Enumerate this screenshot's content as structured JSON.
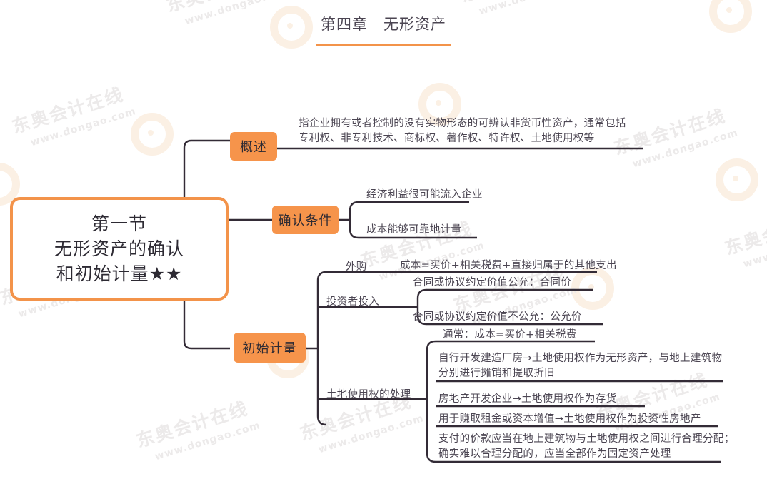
{
  "header": {
    "title": "第四章　无形资产"
  },
  "root": {
    "line1": "第一节",
    "line2": "无形资产的确认",
    "line3": "和初始计量★★"
  },
  "branches": {
    "overview": {
      "label": "概述",
      "text": "指企业拥有或者控制的没有实物形态的可辨认非货币性资产，通常包括\n专利权、非专利技术、商标权、著作权、特许权、土地使用权等"
    },
    "conditions": {
      "label": "确认条件",
      "items": [
        "经济利益很可能流入企业",
        "成本能够可靠地计量"
      ]
    },
    "initial": {
      "label": "初始计量",
      "purchase": {
        "label": "外购",
        "text": "成本=买价+相关税费+直接归属于的其他支出"
      },
      "investor": {
        "label": "投资者投入",
        "items": [
          "合同或协议约定价值公允：合同价",
          "合同或协议约定价值不公允：公允价"
        ]
      },
      "landuse": {
        "label": "土地使用权的处理",
        "items": [
          "通常：成本=买价+相关税费",
          "自行开发建造厂房→土地使用权作为无形资产，与地上建筑物\n分别进行摊销和提取折旧",
          "房地产开发企业→土地使用权作为存货",
          "用于赚取租金或资本增值→土地使用权作为投资性房地产",
          "支付的价款应当在地上建筑物与土地使用权之间进行合理分配；\n确实难以合理分配的，应当全部作为固定资产处理"
        ]
      }
    }
  },
  "watermark": {
    "cn": "东奥会计在线",
    "url": "www.dongao.com"
  },
  "colors": {
    "accent": "#f3934a",
    "chip": "#f6944b",
    "line": "#332b36",
    "text": "#4b4552"
  }
}
